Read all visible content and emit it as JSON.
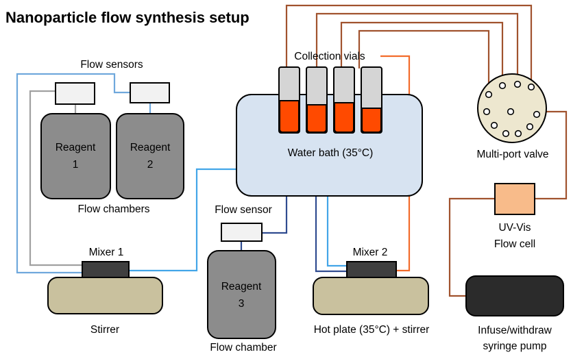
{
  "title": "Nanoparticle flow synthesis setup",
  "labels": {
    "flow_sensors": "Flow sensors",
    "reagent_1_line1": "Reagent",
    "reagent_1_line2": "1",
    "reagent_2_line1": "Reagent",
    "reagent_2_line2": "2",
    "flow_chambers": "Flow chambers",
    "collection_vials": "Collection vials",
    "water_bath": "Water bath (35°C)",
    "multiport_valve": "Multi-port valve",
    "uvvis_line1": "UV-Vis",
    "uvvis_line2": "Flow cell",
    "flow_sensor": "Flow sensor",
    "reagent_3_line1": "Reagent",
    "reagent_3_line2": "3",
    "flow_chamber": "Flow chamber",
    "mixer_1": "Mixer 1",
    "mixer_2": "Mixer 2",
    "stirrer": "Stirrer",
    "hot_plate": "Hot plate (35°C) + stirrer",
    "pump_line1": "Infuse/withdraw",
    "pump_line2": "syringe pump"
  },
  "colors": {
    "tube_brown": "#a0522d",
    "tube_orange": "#f26b2a",
    "tube_light_blue": "#6fa8dc",
    "tube_sky": "#42a5e8",
    "tube_navy": "#2f4b8f",
    "tube_gray": "#a0a0a0",
    "reagent_fill": "#8c8c8c",
    "water_bath_fill": "#d7e3f1",
    "vial_liquid": "#ff4a00",
    "plate_fill": "#c9c19e",
    "flow_cell_fill": "#f8bb8a",
    "pump_fill": "#2b2b2b"
  }
}
